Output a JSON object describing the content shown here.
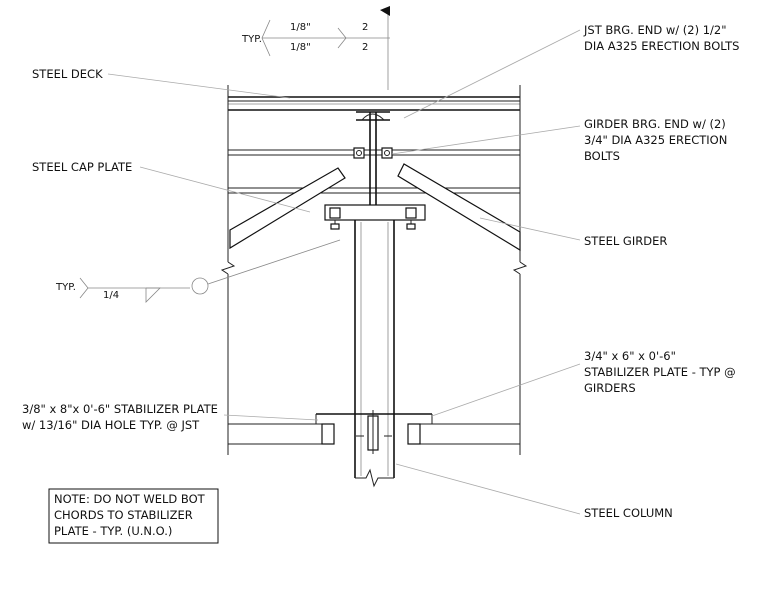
{
  "callouts": {
    "typ_top": "TYP.",
    "weld_top_size_1": "1/8\"",
    "weld_top_size_2": "1/8\"",
    "weld_top_len_1": "2",
    "weld_top_len_2": "2",
    "typ_left": "TYP.",
    "weld_left_size": "1/4",
    "steel_deck": "STEEL DECK",
    "steel_cap_plate": "STEEL CAP PLATE",
    "jst_brg_line1": "JST BRG. END w/ (2) 1/2\"",
    "jst_brg_line2": "DIA A325 ERECTION BOLTS",
    "girder_brg_line1": "GIRDER BRG. END w/ (2)",
    "girder_brg_line2": "3/4\" DIA A325 ERECTION",
    "girder_brg_line3": "BOLTS",
    "steel_girder": "STEEL GIRDER",
    "stab_plate_right_line1": "3/4\" x 6\" x  0'-6\"",
    "stab_plate_right_line2": "STABILIZER PLATE - TYP @",
    "stab_plate_right_line3": "GIRDERS",
    "stab_plate_left_line1": "3/8\" x 8\"x 0'-6\" STABILIZER PLATE",
    "stab_plate_left_line2": "w/ 13/16\" DIA HOLE TYP. @ JST",
    "steel_column": "STEEL COLUMN"
  },
  "note": {
    "line1": "NOTE: DO NOT WELD BOT",
    "line2": "CHORDS TO STABILIZER",
    "line3": "PLATE - TYP. (U.N.O.)"
  }
}
